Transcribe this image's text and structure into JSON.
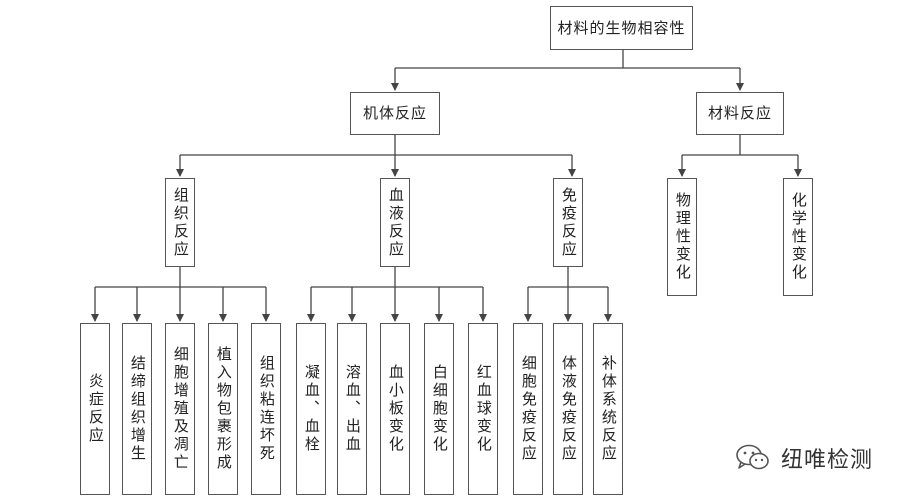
{
  "root": {
    "label": "材料的生物相容性"
  },
  "level1": [
    {
      "label": "机体反应"
    },
    {
      "label": "材料反应"
    }
  ],
  "host_response": [
    {
      "label": "组织反应"
    },
    {
      "label": "血液反应"
    },
    {
      "label": "免疫反应"
    }
  ],
  "material_response": [
    {
      "label": "物理性变化"
    },
    {
      "label": "化学性变化"
    }
  ],
  "tissue_response": [
    {
      "label": "炎症反应"
    },
    {
      "label": "结缔组织增生"
    },
    {
      "label": "细胞增殖及凋亡"
    },
    {
      "label": "植入物包裹形成"
    },
    {
      "label": "组织粘连坏死"
    }
  ],
  "blood_response": [
    {
      "label": "凝血、血栓"
    },
    {
      "label": "溶血、出血"
    },
    {
      "label": "血小板变化"
    },
    {
      "label": "白细胞变化"
    },
    {
      "label": "红血球变化"
    }
  ],
  "immune_response": [
    {
      "label": "细胞免疫反应"
    },
    {
      "label": "体液免疫反应"
    },
    {
      "label": "补体系统反应"
    }
  ],
  "watermark": {
    "text": "纽唯检测",
    "icon": "wechat-icon"
  },
  "colors": {
    "line": "#444444",
    "border": "#555555",
    "background": "#ffffff"
  }
}
